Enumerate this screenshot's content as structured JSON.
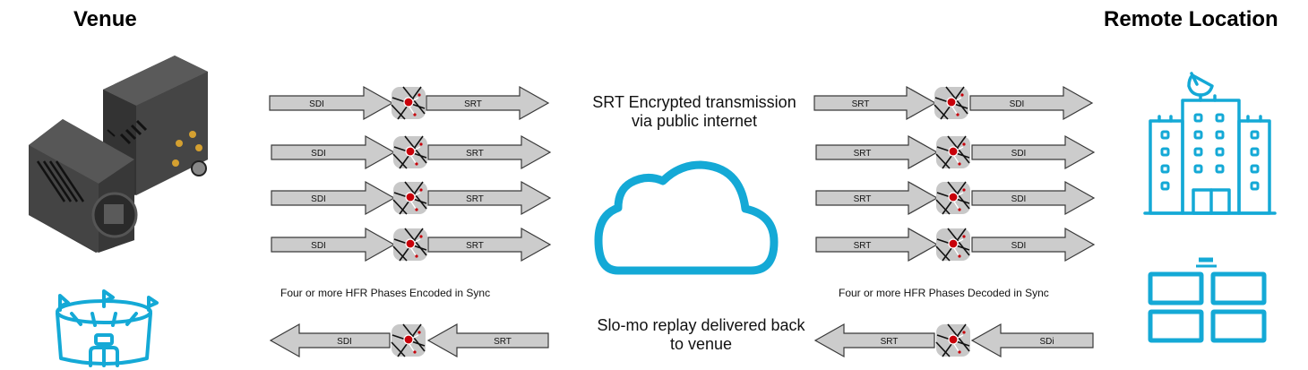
{
  "headings": {
    "venue": "Venue",
    "remote": "Remote Location"
  },
  "captions": {
    "cloud": "SRT Encrypted transmission via public internet",
    "cloud_line1": "SRT Encrypted transmission",
    "cloud_line2": "via public internet",
    "encoded": "Four or more HFR Phases Encoded in Sync",
    "decoded": "Four or more HFR Phases Decoded in Sync",
    "return_line1": "Slo-mo replay delivered back",
    "return_line2": "to venue"
  },
  "colors": {
    "accent": "#14a9d6",
    "arrow_fill": "#cccccc",
    "arrow_stroke": "#3a3a3a",
    "node_fill": "#c8c8c8",
    "node_dot": "#c8000a",
    "camera_body": "#4a4a4a"
  },
  "icons": {
    "venue_device": "camera-icon",
    "venue_site": "stadium-icon",
    "cloud": "cloud-icon",
    "remote_site": "building-icon",
    "remote_display": "video-wall-icon",
    "node": "codec-node-icon"
  },
  "encoder_rows": [
    {
      "input": "SDI",
      "output": "SRT"
    },
    {
      "input": "SDI",
      "output": "SRT"
    },
    {
      "input": "SDI",
      "output": "SRT"
    },
    {
      "input": "SDI",
      "output": "SRT"
    }
  ],
  "decoder_rows": [
    {
      "input": "SRT",
      "output": "SDI"
    },
    {
      "input": "SRT",
      "output": "SDI"
    },
    {
      "input": "SRT",
      "output": "SDI"
    },
    {
      "input": "SRT",
      "output": "SDI"
    }
  ],
  "return_venue": {
    "input": "SRT",
    "output": "SDI"
  },
  "return_remote": {
    "input": "SDi",
    "output": "SRT"
  }
}
